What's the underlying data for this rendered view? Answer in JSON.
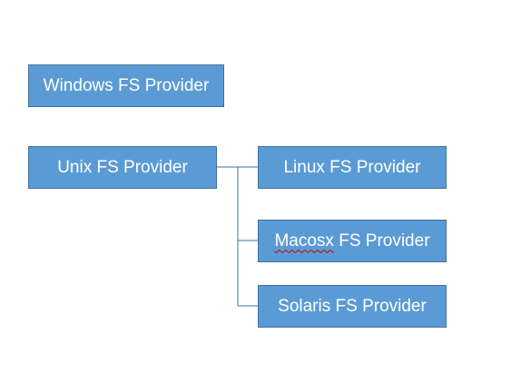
{
  "diagram": {
    "nodes": {
      "windows": {
        "label": "Windows FS Provider"
      },
      "unix": {
        "label": "Unix FS Provider"
      },
      "linux": {
        "label": "Linux FS Provider"
      },
      "macosx": {
        "label_word": "Macosx",
        "label_rest": " FS Provider"
      },
      "solaris": {
        "label": "Solaris FS Provider"
      }
    },
    "edges": [
      {
        "from": "Unix FS Provider",
        "to": "Linux FS Provider"
      },
      {
        "from": "Unix FS Provider",
        "to": "Macosx FS Provider"
      },
      {
        "from": "Unix FS Provider",
        "to": "Solaris FS Provider"
      }
    ],
    "colors": {
      "box_fill": "#5b9bd5",
      "box_border": "#41719c",
      "connector": "#41719c",
      "text": "#ffffff"
    }
  }
}
